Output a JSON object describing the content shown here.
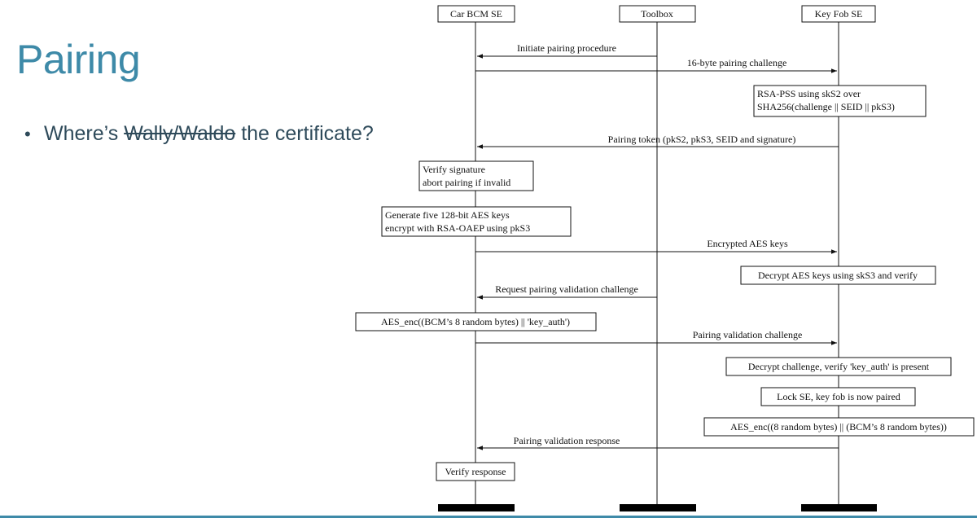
{
  "slide": {
    "title": "Pairing",
    "bullet": {
      "prefix": "Where’s ",
      "struck": "Wally/Waldo",
      "suffix": " the certificate?"
    }
  },
  "diagram": {
    "participants": [
      "Car BCM SE",
      "Toolbox",
      "Key Fob SE"
    ],
    "messages": [
      "Initiate pairing procedure",
      "16-byte pairing challenge",
      "Pairing token (pkS2, pkS3, SEID and signature)",
      "Encrypted AES keys",
      "Request pairing validation challenge",
      "Pairing validation challenge",
      "Pairing validation response"
    ],
    "notes": [
      [
        "RSA-PSS using skS2 over",
        "SHA256(challenge || SEID || pkS3)"
      ],
      [
        "Verify signature",
        "abort pairing if invalid"
      ],
      [
        "Generate five 128-bit AES keys",
        "encrypt with RSA-OAEP using pkS3"
      ],
      [
        "Decrypt AES keys using skS3 and verify"
      ],
      [
        "AES_enc((BCM’s 8 random bytes) || 'key_auth')"
      ],
      [
        "Decrypt challenge, verify 'key_auth' is present"
      ],
      [
        "Lock SE, key fob is now paired"
      ],
      [
        "AES_enc((8 random bytes) || (BCM’s 8 random bytes))"
      ],
      [
        "Verify response"
      ]
    ]
  }
}
